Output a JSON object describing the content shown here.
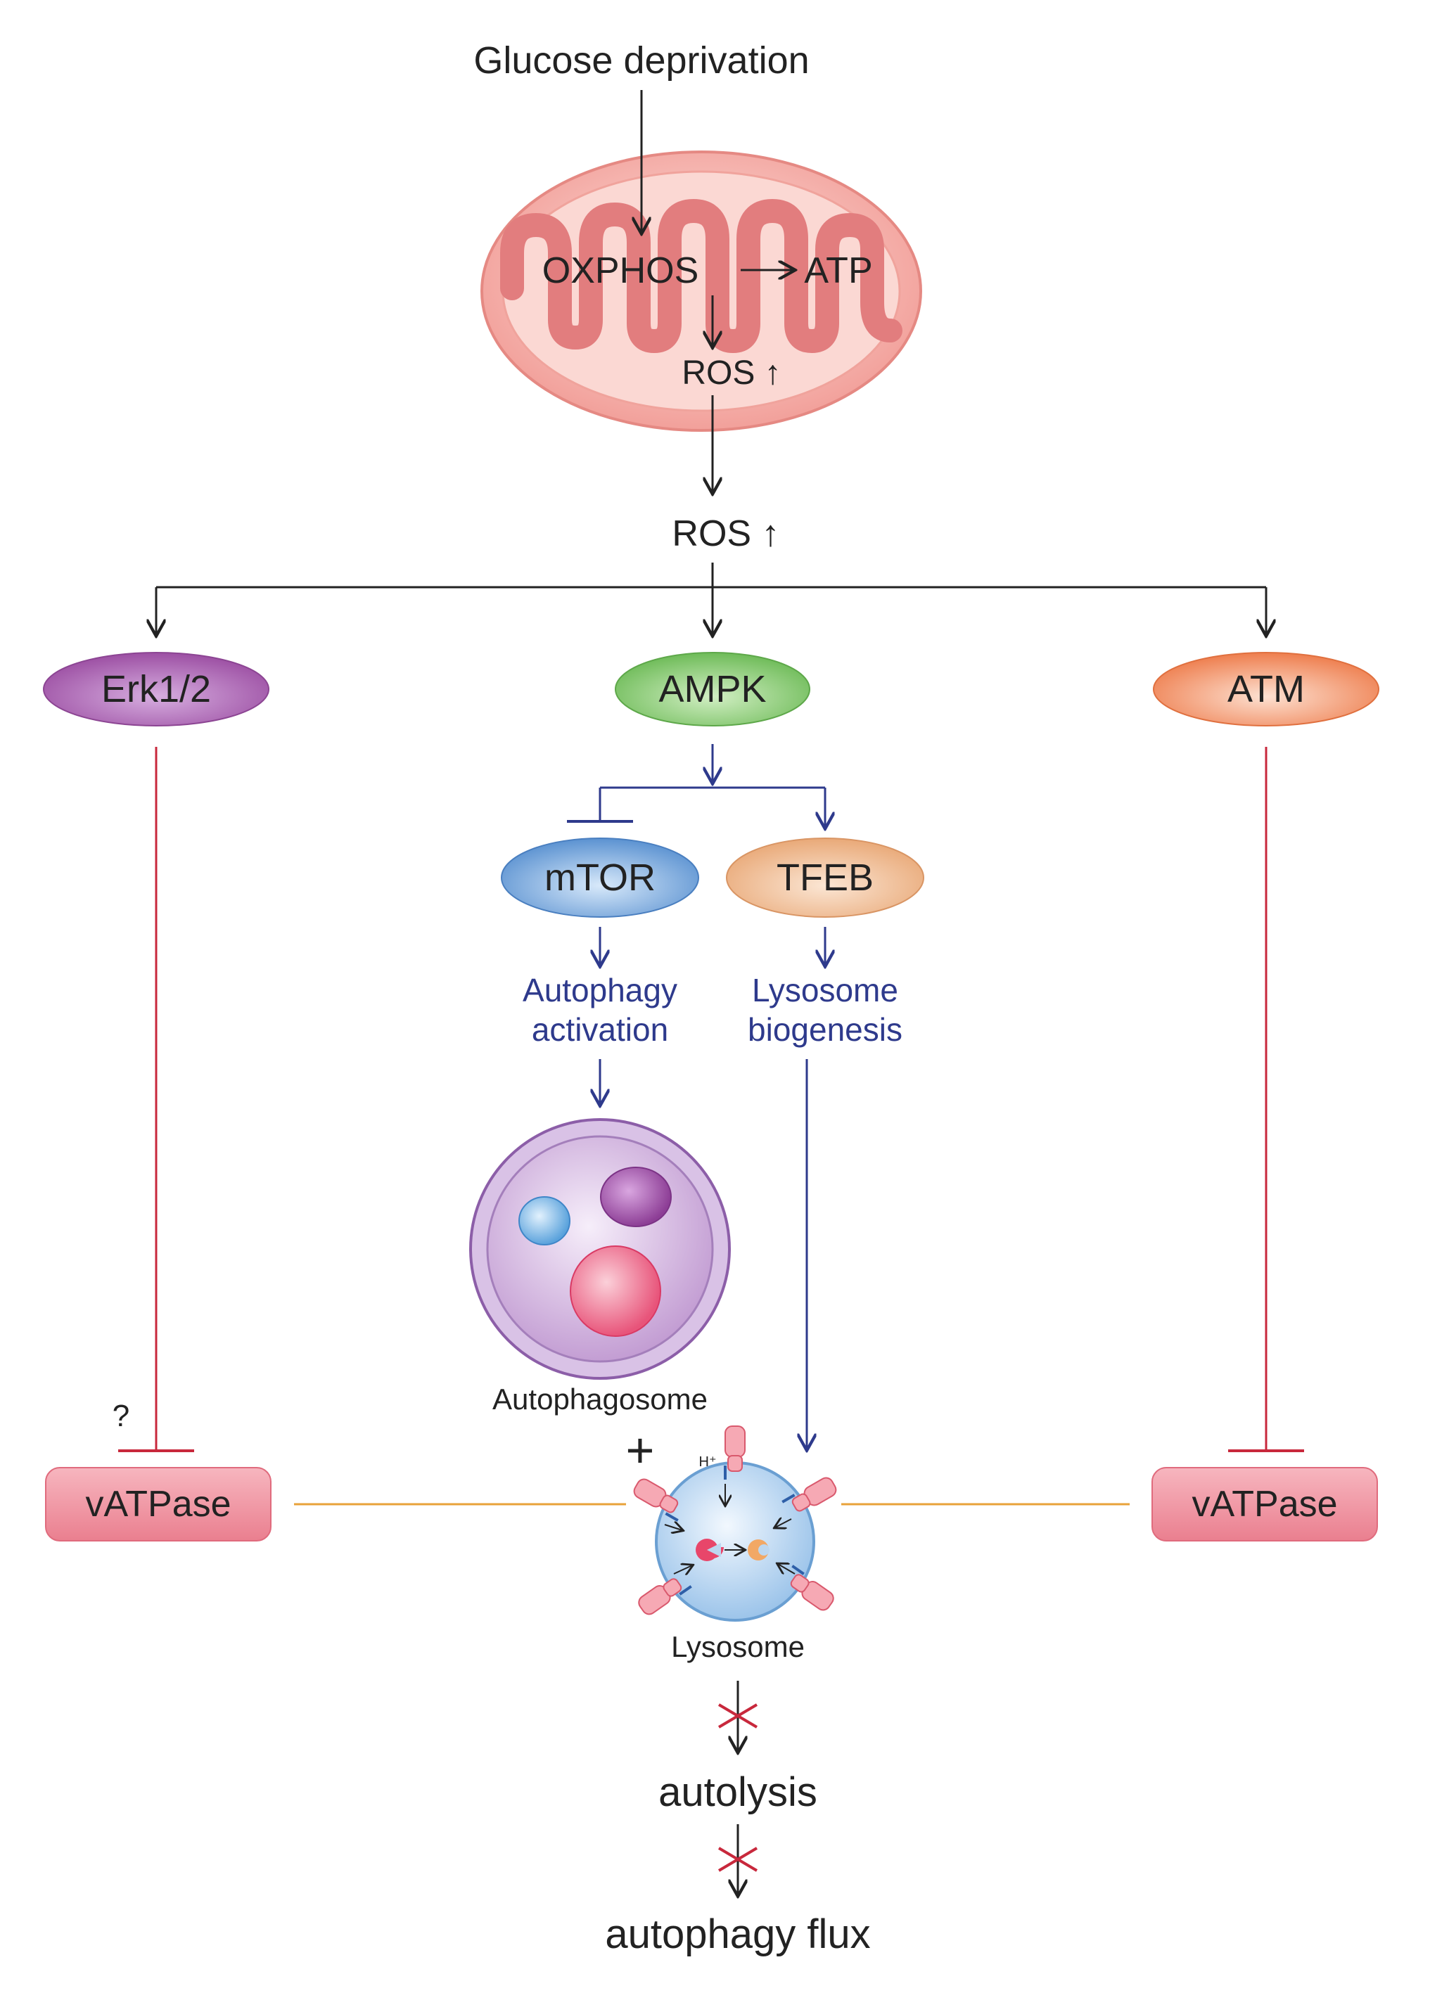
{
  "labels": {
    "glucose_deprivation": "Glucose deprivation",
    "oxphos": "OXPHOS",
    "atp": "ATP",
    "ros_inner": "ROS ↑",
    "ros_outer": "ROS ↑",
    "erk": "Erk1/2",
    "ampk": "AMPK",
    "atm": "ATM",
    "mtor": "mTOR",
    "tfeb": "TFEB",
    "autophagy_activation_line1": "Autophagy",
    "autophagy_activation_line2": "activation",
    "lysosome_biogenesis_line1": "Lysosome",
    "lysosome_biogenesis_line2": "biogenesis",
    "autophagosome": "Autophagosome",
    "plus": "+",
    "question": "?",
    "vatpase_left": "vATPase",
    "vatpase_right": "vATPase",
    "h_plus": "H⁺",
    "lysosome": "Lysosome",
    "autolysis": "autolysis",
    "autophagy_flux": "autophagy flux"
  },
  "colors": {
    "black_arrow": "#222222",
    "blue_arrow": "#2e3a8c",
    "red_inhibit": "#c8283c",
    "orange_line": "#e8a23a",
    "erk_fill": "#a25aa8",
    "ampk_fill": "#7cc36a",
    "atm_fill": "#ef8a5e",
    "mtor_fill": "#6aa0d8",
    "tfeb_fill": "#ecb487",
    "vatpase_fill": "#ee8c9a",
    "mito_outer": "#f4a6a0",
    "mito_inner": "#e57a7c",
    "autophagosome_fill": "#c9a6d8",
    "lysosome_fill": "#bcd7f0"
  }
}
